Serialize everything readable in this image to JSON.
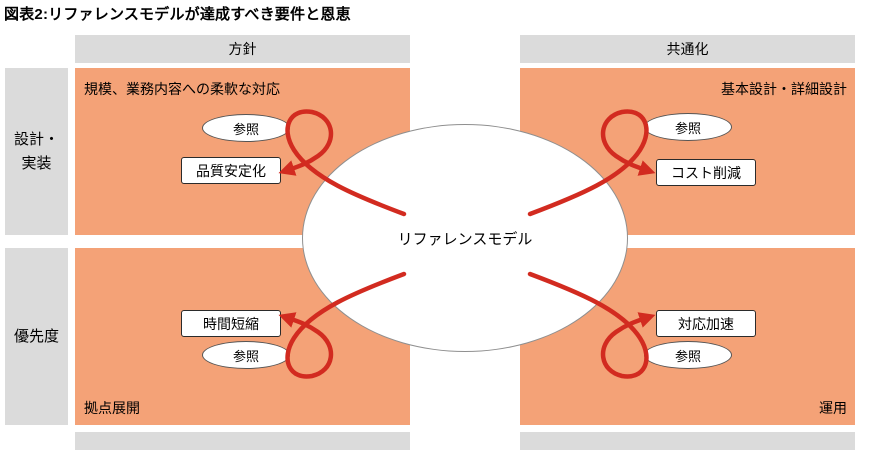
{
  "title": "図表2:リファレンスモデルが達成すべき要件と恩恵",
  "colors": {
    "quadrant_fill": "#f4a277",
    "gray_bar_fill": "#dbdbdb",
    "arrow_red": "#d22b20"
  },
  "column_headers": {
    "left": "方針",
    "right": "共通化"
  },
  "row_labels": {
    "top": "設計・\n実装",
    "bottom": "優先度"
  },
  "center_ellipse": {
    "label": "リファレンスモデル"
  },
  "quadrants": {
    "top_left": {
      "corner_text": "規模、業務内容への柔軟な対応",
      "ref_label": "参照",
      "box_label": "品質安定化"
    },
    "top_right": {
      "corner_text": "基本設計・詳細設計",
      "ref_label": "参照",
      "box_label": "コスト削減"
    },
    "bottom_left": {
      "corner_text": "拠点展開",
      "ref_label": "参照",
      "box_label": "時間短縮"
    },
    "bottom_right": {
      "corner_text": "運用",
      "ref_label": "参照",
      "box_label": "対応加速"
    }
  }
}
